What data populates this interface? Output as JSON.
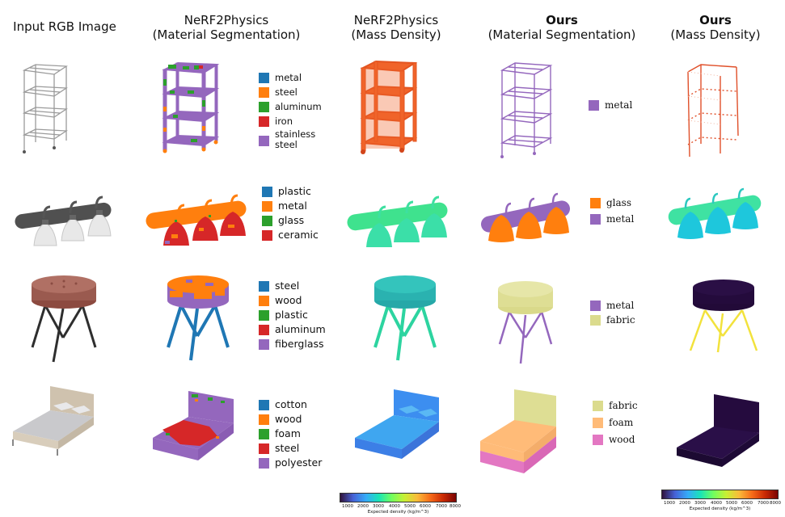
{
  "headers": [
    {
      "line1": "Input RGB Image",
      "line2": ""
    },
    {
      "line1": "NeRF2Physics",
      "line2": "(Material Segmentation)"
    },
    {
      "line1": "NeRF2Physics",
      "line2": "(Mass Density)"
    },
    {
      "line1": "Ours",
      "line2": "(Material Segmentation)"
    },
    {
      "line1": "Ours",
      "line2": "(Mass Density)"
    }
  ],
  "colors": {
    "blue": "#1f77b4",
    "orange": "#ff7f0e",
    "green": "#2ca02c",
    "red": "#d62728",
    "purple": "#9467bd",
    "olive": "#dbdb8d",
    "peach": "#ffbb78",
    "pink": "#e377c2"
  },
  "rows": [
    {
      "object": "wire shelf",
      "baseline_legend": [
        {
          "label": "metal",
          "color": "#1f77b4"
        },
        {
          "label": "steel",
          "color": "#ff7f0e"
        },
        {
          "label": "aluminum",
          "color": "#2ca02c"
        },
        {
          "label": "iron",
          "color": "#d62728"
        },
        {
          "label": "stainless steel",
          "color": "#9467bd"
        }
      ],
      "ours_legend": [
        {
          "label": "metal",
          "color": "#9467bd"
        }
      ]
    },
    {
      "object": "vanity light",
      "baseline_legend": [
        {
          "label": "plastic",
          "color": "#1f77b4"
        },
        {
          "label": "metal",
          "color": "#ff7f0e"
        },
        {
          "label": "glass",
          "color": "#2ca02c"
        },
        {
          "label": "ceramic",
          "color": "#d62728"
        }
      ],
      "ours_legend": [
        {
          "label": "glass",
          "color": "#ff7f0e"
        },
        {
          "label": "metal",
          "color": "#9467bd"
        }
      ]
    },
    {
      "object": "stool",
      "baseline_legend": [
        {
          "label": "steel",
          "color": "#1f77b4"
        },
        {
          "label": "wood",
          "color": "#ff7f0e"
        },
        {
          "label": "plastic",
          "color": "#2ca02c"
        },
        {
          "label": "aluminum",
          "color": "#d62728"
        },
        {
          "label": "fiberglass",
          "color": "#9467bd"
        }
      ],
      "ours_legend": [
        {
          "label": "metal",
          "color": "#9467bd"
        },
        {
          "label": "fabric",
          "color": "#dbdb8d"
        }
      ]
    },
    {
      "object": "bed",
      "baseline_legend": [
        {
          "label": "cotton",
          "color": "#1f77b4"
        },
        {
          "label": "wood",
          "color": "#ff7f0e"
        },
        {
          "label": "foam",
          "color": "#2ca02c"
        },
        {
          "label": "steel",
          "color": "#d62728"
        },
        {
          "label": "polyester",
          "color": "#9467bd"
        }
      ],
      "ours_legend": [
        {
          "label": "fabric",
          "color": "#dbdb8d"
        },
        {
          "label": "foam",
          "color": "#ffbb78"
        },
        {
          "label": "wood",
          "color": "#e377c2"
        }
      ]
    }
  ],
  "colorbar": {
    "ticks": [
      "1000",
      "2000",
      "3000",
      "4000",
      "5000",
      "6000",
      "7000",
      "8000"
    ],
    "label": "Expected density (kg/m^3)",
    "range": [
      500,
      8000
    ]
  }
}
